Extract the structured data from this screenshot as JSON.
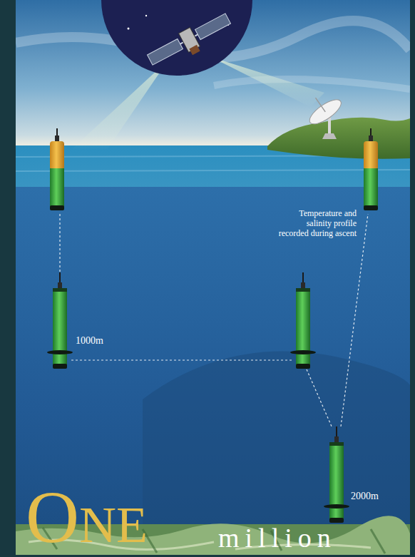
{
  "diagram": {
    "labels": [
      "Temperature and salinity profile recorded during ascent",
      "1000m",
      "2000m",
      "ONE",
      "million"
    ]
  }
}
